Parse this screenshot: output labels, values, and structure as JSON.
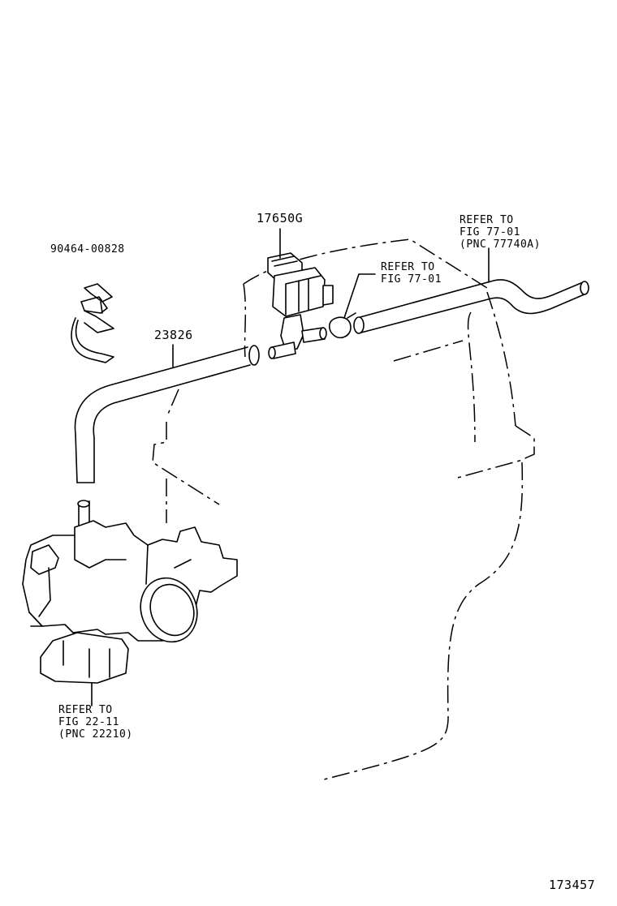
{
  "labels": {
    "clamp": "90464-00828",
    "hose": "23826",
    "valve": "17650G",
    "refer_top_right": [
      "REFER TO",
      "FIG 77-01",
      "(PNC 77740A)"
    ],
    "refer_mid": [
      "REFER TO",
      "FIG 77-01"
    ],
    "refer_bottom": [
      "REFER TO",
      "FIG 22-11",
      "(PNC 22210)"
    ],
    "figure_id": "173457"
  }
}
